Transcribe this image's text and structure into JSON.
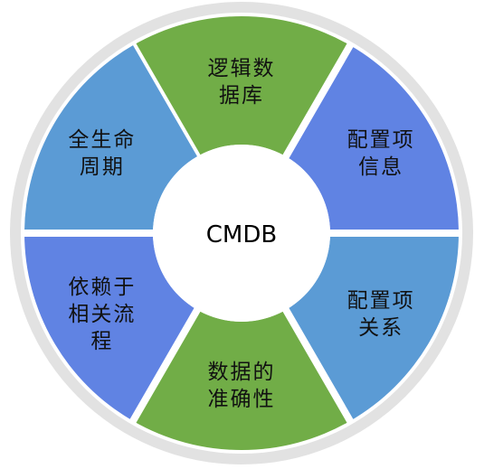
{
  "diagram": {
    "center_label": "CMDB",
    "segments": [
      {
        "lines": [
          "逻辑数",
          "据库"
        ],
        "color": "#71AD47"
      },
      {
        "lines": [
          "配置项",
          "信息"
        ],
        "color": "#6083E3"
      },
      {
        "lines": [
          "配置项",
          "关系"
        ],
        "color": "#5B9BD5"
      },
      {
        "lines": [
          "数据的",
          "准确性"
        ],
        "color": "#71AD47"
      },
      {
        "lines": [
          "依赖于",
          "相关流",
          "程"
        ],
        "color": "#6083E3"
      },
      {
        "lines": [
          "全生命",
          "周期"
        ],
        "color": "#5B9BD5"
      }
    ],
    "colors": {
      "ring_outer": "#E2E2E2",
      "ring_inner": "#FFFFFF",
      "separator": "#FFFFFF",
      "center_fill": "#FFFFFF"
    }
  }
}
